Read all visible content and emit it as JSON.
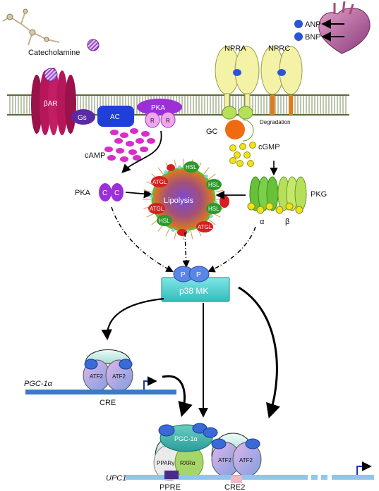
{
  "labels": {
    "catecholamine": "Catecholamine",
    "anp": "ANP",
    "bnp": "BNP",
    "npra": "NPRA",
    "nprc": "NPRC",
    "beta_ar": "βAR",
    "gs": "Gs",
    "ac": "AC",
    "pka_holo": "PKA",
    "r1": "R",
    "r2": "R",
    "degradation": "Degradation",
    "gc": "GC",
    "camp": "cAMP",
    "cgmp": "cGMP",
    "pka_free": "PKA",
    "c1": "C",
    "c2": "C",
    "lipolysis": "Lipolysis",
    "hsl": "HSL",
    "atgl": "ATGL",
    "pkg": "PKG",
    "pkg_alpha": "α",
    "pkg_beta": "β",
    "p1": "P",
    "p2": "P",
    "p38": "p38 MK",
    "atf2": "ATF2",
    "pgc_gene": "PGC-1α",
    "cre": "CRE",
    "pgc_protein": "PGC-1α",
    "ppar": "PPARγ",
    "rxr": "RXRα",
    "upc1": "UPC1",
    "ppre": "PPRE",
    "cre2": "CRE2"
  },
  "colors": {
    "beta_ar": "#b5175a",
    "gs": "#5b2aa5",
    "ac": "#1f3fd6",
    "pka": "#9b30d8",
    "camp": "#d62fc8",
    "receptor": "#f3f2a6",
    "receptor_ligand": "#2a55d6",
    "gc_green": "#b6e05a",
    "gc_orange": "#f06a12",
    "cgmp": "#f0e21a",
    "pkg_green": "#67c23a",
    "p38": "#4ecfcf",
    "phospho": "#5a86e6",
    "atf2": "#b79ad6",
    "pgc": "#3fb0a8",
    "dna": "#3a7ac7",
    "ppre": "#4a2a8a",
    "hsl": "#2a9a2a",
    "atgl": "#d42020"
  }
}
